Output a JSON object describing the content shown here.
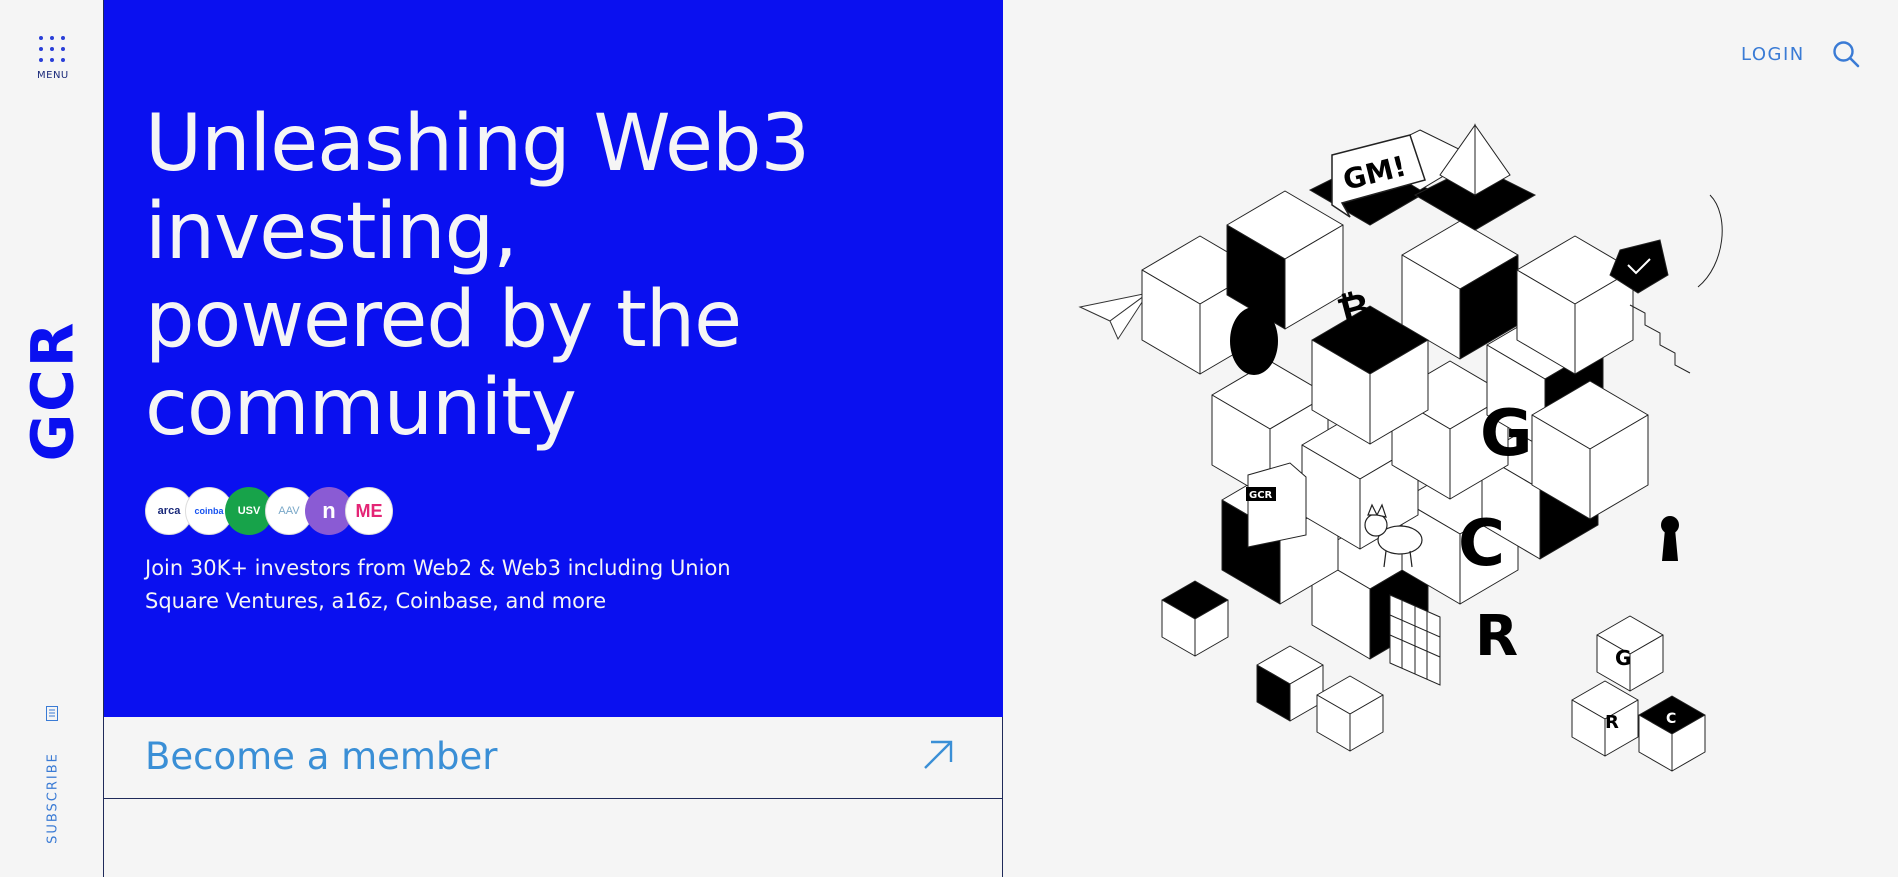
{
  "header": {
    "menu_label": "MENU",
    "login_label": "LOGIN"
  },
  "brand": {
    "logo_text": "GCR",
    "color": "#0a10f0"
  },
  "sidebar": {
    "subscribe_label": "SUBSCRIBE"
  },
  "hero": {
    "title_lines": [
      "Unleashing Web3",
      "investing,",
      "powered by the",
      "community"
    ],
    "description": "Join 30K+ investors from Web2 & Web3 including Union Square Ventures, a16z, Coinbase, and more",
    "background": "#0a10f0",
    "investor_logos": [
      {
        "name": "arca",
        "text": "arca"
      },
      {
        "name": "coinbase",
        "text": "coinba"
      },
      {
        "name": "usv",
        "text": "USV"
      },
      {
        "name": "aave",
        "text": "AAV"
      },
      {
        "name": "n-logo",
        "text": "n"
      },
      {
        "name": "magic-eden",
        "text": "ME"
      }
    ]
  },
  "cta": {
    "member_label": "Become a member",
    "color": "#3a8fd6"
  },
  "illustration": {
    "speech_bubble": "GM!",
    "letters": [
      "G",
      "C",
      "R"
    ],
    "file_label": "GCR"
  }
}
